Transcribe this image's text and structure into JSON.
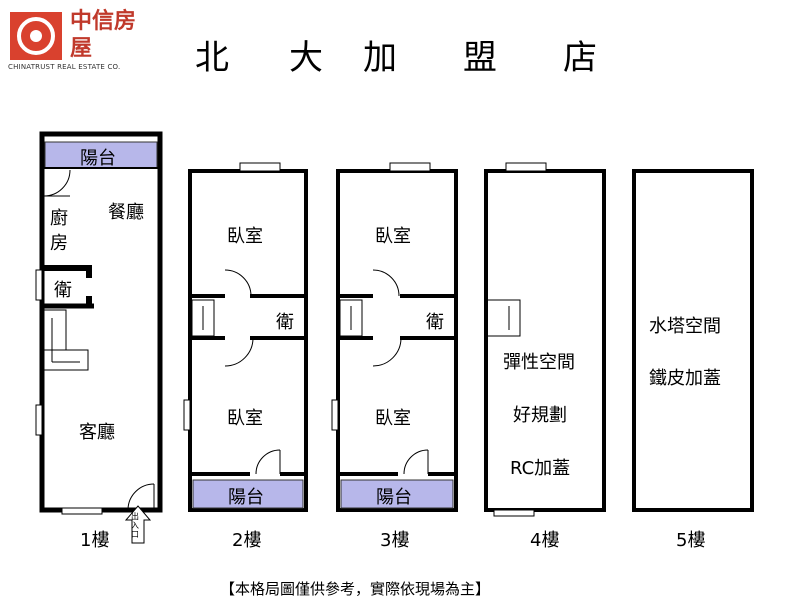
{
  "brand": {
    "name_cn": "中信房屋",
    "name_en": "CHINATRUST REAL ESTATE CO."
  },
  "title_chars": [
    "北",
    "大",
    "加",
    "盟",
    "店"
  ],
  "floors": [
    {
      "label": "1樓",
      "rooms": {
        "balcony": "陽台",
        "kitchen": "廚房",
        "dining": "餐廳",
        "bath": "衛",
        "living": "客廳"
      }
    },
    {
      "label": "2樓",
      "rooms": {
        "bedroom_top": "臥室",
        "bath": "衛",
        "bedroom_bottom": "臥室",
        "balcony": "陽台"
      }
    },
    {
      "label": "3樓",
      "rooms": {
        "bedroom_top": "臥室",
        "bath": "衛",
        "bedroom_bottom": "臥室",
        "balcony": "陽台"
      }
    },
    {
      "label": "4樓",
      "rooms": {
        "line1": "彈性空間",
        "line2": "好規劃",
        "line3": "RC加蓋"
      }
    },
    {
      "label": "5樓",
      "rooms": {
        "line1": "水塔空間",
        "line2": "鐵皮加蓋"
      }
    }
  ],
  "entrance_label": "出入口",
  "disclaimer": "【本格局圖僅供參考，實際依現場為主】"
}
